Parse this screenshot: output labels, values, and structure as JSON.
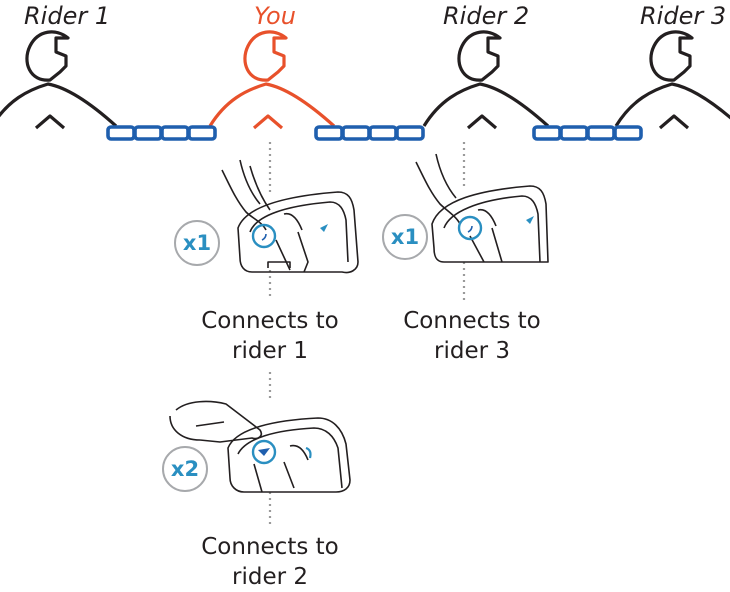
{
  "riders": [
    {
      "label": "Rider 1"
    },
    {
      "label": "You"
    },
    {
      "label": "Rider 2"
    },
    {
      "label": "Rider 3"
    }
  ],
  "steps": [
    {
      "press": "x1",
      "caption_line1": "Connects to",
      "caption_line2": "rider 1"
    },
    {
      "press": "x1",
      "caption_line1": "Connects to",
      "caption_line2": "rider 3"
    },
    {
      "press": "x2",
      "caption_line1": "Connects to",
      "caption_line2": "rider 2"
    }
  ],
  "colors": {
    "you": "#e8512b",
    "outline": "#231f20",
    "chain": "#1f5fae",
    "accent": "#2a8fc1",
    "badge_ring": "#a7a9ac",
    "dots": "#9a9a9a"
  }
}
